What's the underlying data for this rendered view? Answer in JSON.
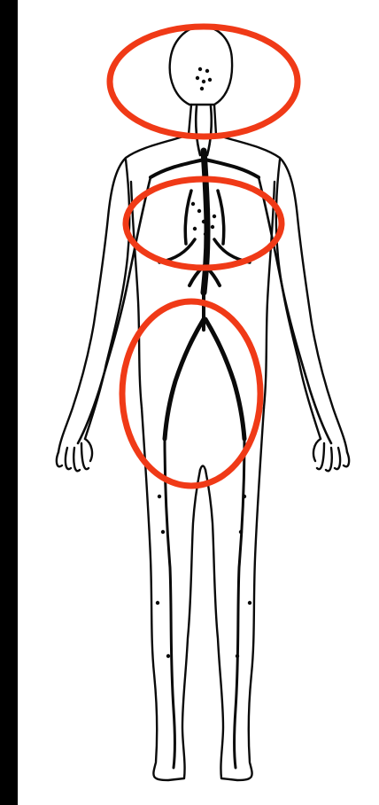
{
  "figure": {
    "subject": "human-body-vascular-system",
    "frame_color": "#000000",
    "panel_color": "#ffffff",
    "ink_color": "#0a0a0a",
    "highlight_color": "#f03a17"
  },
  "highlighted_regions": [
    {
      "region": "head"
    },
    {
      "region": "chest"
    },
    {
      "region": "pelvis"
    }
  ]
}
